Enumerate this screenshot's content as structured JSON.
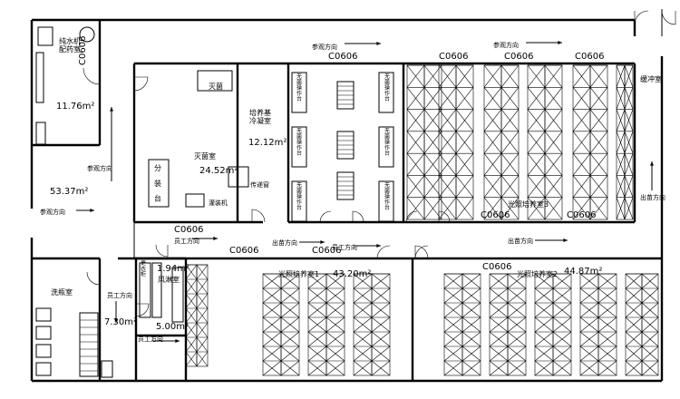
{
  "rooms": {
    "water_prep": "纯水机\n配药室",
    "water_prep_area": "11.76m²",
    "sterilize": "灭菌",
    "prep_room": "灭菌室",
    "prep_room_area": "24.52m²",
    "cold_store": "培养基\n冷凝室",
    "cold_store_area": "12.12m²",
    "lobby_area": "53.37m²",
    "buffer": "缓冲室",
    "wash": "洗瓶室",
    "wash_area": "7.30m²",
    "air_shower": "风淋室",
    "air_shower_area": "1.94m²",
    "change_area": "5.00m²",
    "culture1": "光照培养室1",
    "culture1_area": "43.20m²",
    "culture2": "光照培养室2",
    "culture2_area": "44.87m²",
    "culture3": "光照培养室3"
  },
  "labels": {
    "door_code": "C0606",
    "visit_dir": "参观方向",
    "staff_dir": "员工方向",
    "exit_dir": "出苗方向",
    "pass_window": "传递窗",
    "dispense": "分\n装\n台",
    "filler": "灌装机",
    "bench": "无菌操作台",
    "alt_shelf": "更衣柜"
  }
}
